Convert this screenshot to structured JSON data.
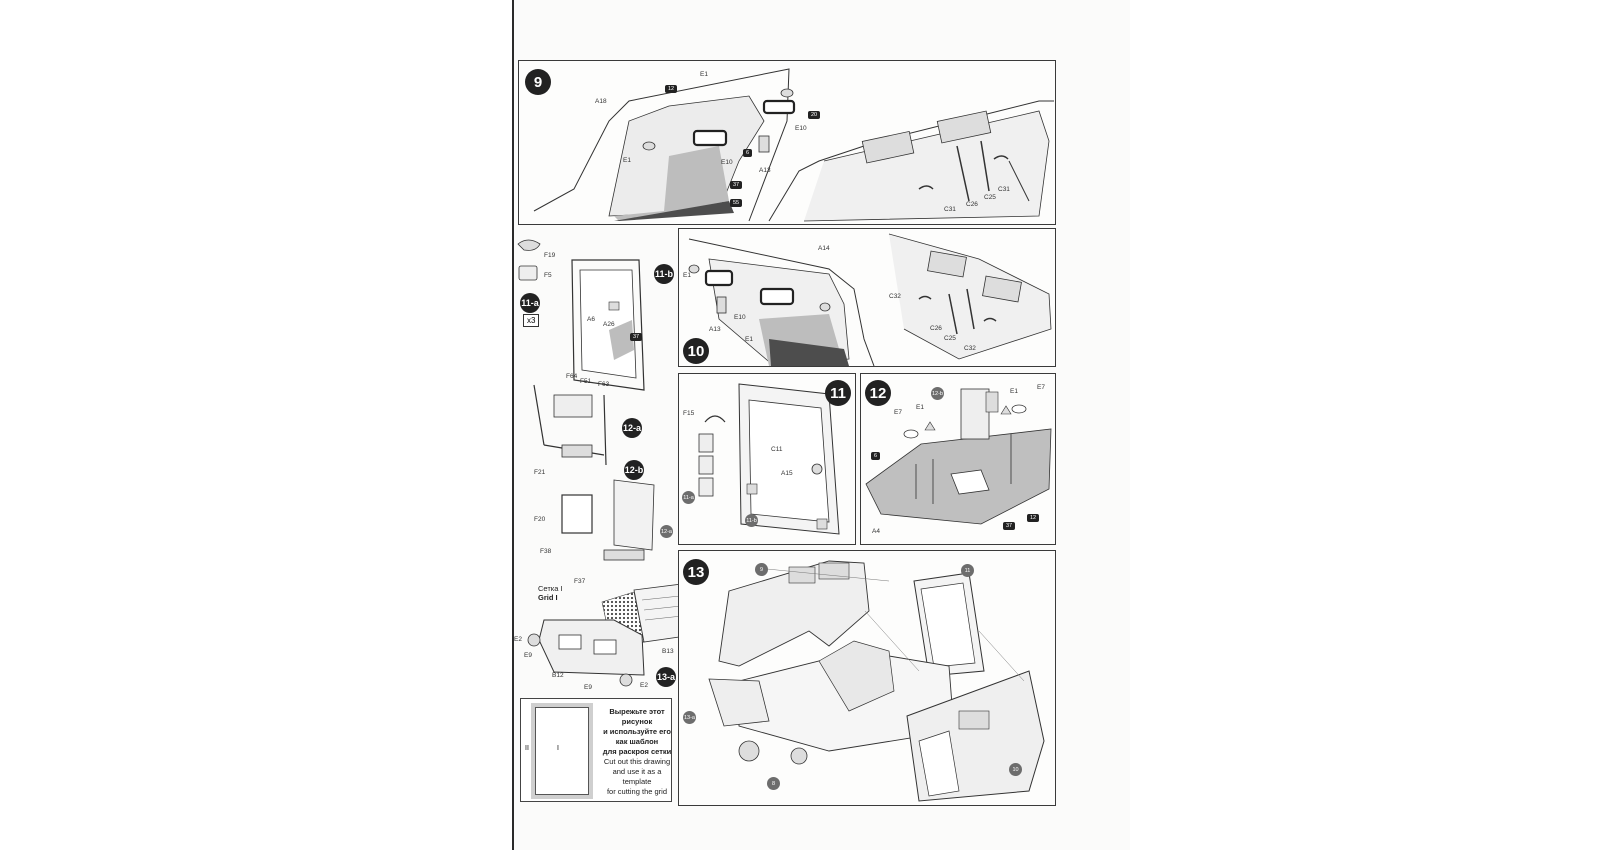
{
  "document": {
    "steps": {
      "s9": {
        "number": "9",
        "labels": [
          "A18",
          "E1",
          "E1",
          "E10",
          "E10",
          "A13",
          "C26",
          "C25",
          "C31",
          "C31"
        ],
        "paint_refs": [
          "12",
          "20",
          "6",
          "37",
          "55"
        ]
      },
      "s10": {
        "number": "10",
        "labels": [
          "E1",
          "A14",
          "A13",
          "E10",
          "E1",
          "C32",
          "C26",
          "C25",
          "C32"
        ]
      },
      "s11": {
        "number": "11",
        "labels": [
          "F15",
          "C11",
          "A15"
        ],
        "refs": [
          "11-a",
          "11-b"
        ]
      },
      "s12": {
        "number": "12",
        "labels": [
          "E7",
          "E1",
          "E1",
          "E7",
          "A4"
        ],
        "refs": [
          "12-b"
        ],
        "paint_refs": [
          "6",
          "37",
          "12"
        ]
      },
      "s13": {
        "number": "13",
        "refs": [
          "9",
          "11",
          "13-a",
          "8",
          "10"
        ]
      }
    },
    "subassemblies": {
      "a11a": {
        "label": "11-a",
        "qty": "x3",
        "parts": [
          "F19",
          "F5"
        ]
      },
      "a11b": {
        "label": "11-b",
        "parts": [
          "A6",
          "A26"
        ],
        "paint_ref": "37"
      },
      "a12a": {
        "label": "12-a",
        "parts": [
          "F64",
          "F51",
          "F63",
          "F21"
        ]
      },
      "a12b": {
        "label": "12-b",
        "parts": [
          "F20",
          "F38",
          "F37"
        ],
        "ref": "12-a"
      },
      "a13a": {
        "label": "13-a",
        "parts": [
          "E2",
          "E9",
          "B12",
          "E9",
          "E2",
          "B13"
        ]
      }
    },
    "grid": {
      "title_ru": "Сетка I",
      "title_en": "Grid I"
    },
    "template": {
      "marker_left": "II",
      "marker_right": "I",
      "text_ru": [
        "Вырежьте этот рисунок",
        "и используйте его",
        "как шаблон",
        "для раскроя сетки"
      ],
      "text_en": [
        "Cut out this drawing",
        "and use it as a template",
        "for cutting the grid"
      ]
    }
  },
  "colors": {
    "ink": "#2a2a2a",
    "shade": "#bfbfbf",
    "dark": "#4a4a4a",
    "paper": "#fbfbfa"
  }
}
